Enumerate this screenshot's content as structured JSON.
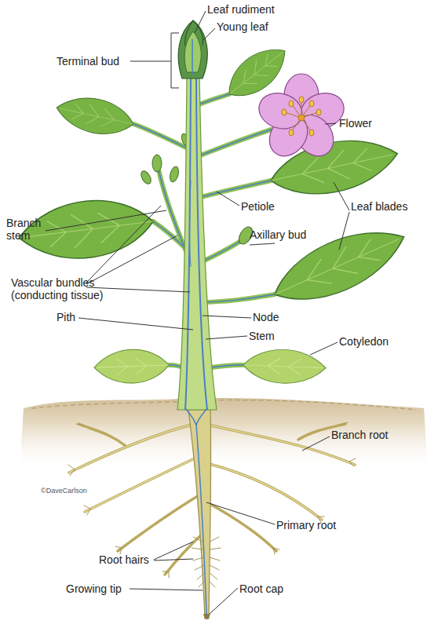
{
  "diagram": {
    "labels": [
      "Leaf rudiment",
      "Young leaf",
      "Terminal bud",
      "Flower",
      "Petiole",
      "Leaf blades",
      "Branch stem",
      "Axillary bud",
      "Vascular bundles (conducting tissue)",
      "Pith",
      "Node",
      "Stem",
      "Cotyledon",
      "Branch root",
      "©DaveCarlson",
      "Primary root",
      "Root hairs",
      "Growing tip",
      "Root cap"
    ]
  }
}
